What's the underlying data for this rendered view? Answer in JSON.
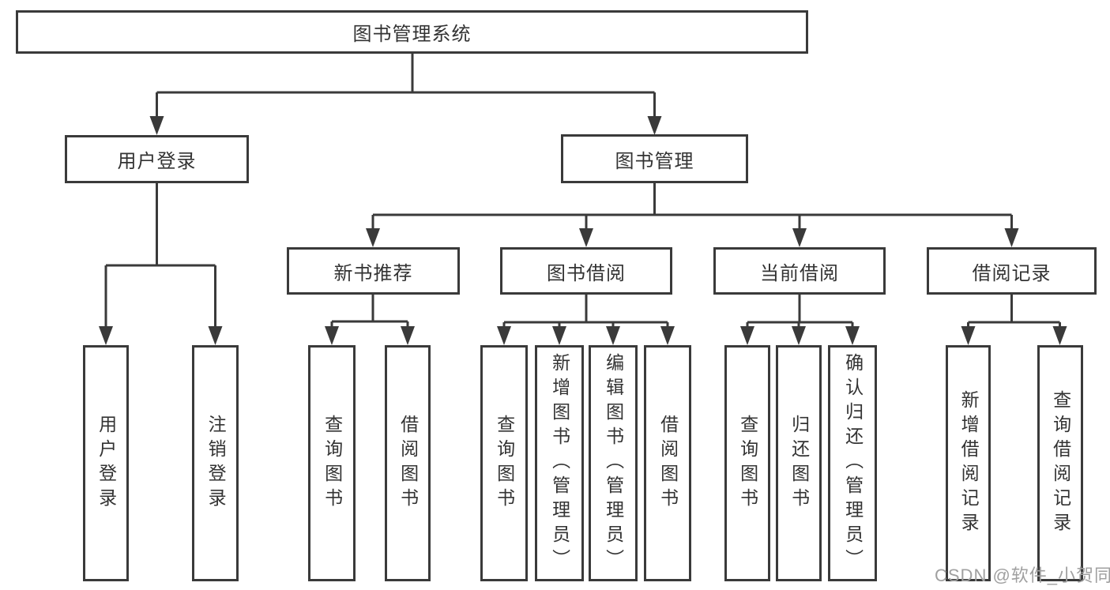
{
  "diagram": {
    "title": "图书管理系统",
    "colors": {
      "line": "#3a3a3a",
      "text": "#333333",
      "watermark": "#a0a0a0",
      "background": "#ffffff"
    },
    "tree": {
      "label": "图书管理系统",
      "children": [
        {
          "label": "用户登录",
          "children": [
            {
              "label": "用户登录"
            },
            {
              "label": "注销登录"
            }
          ]
        },
        {
          "label": "图书管理",
          "children": [
            {
              "label": "新书推荐",
              "children": [
                {
                  "label": "查询图书"
                },
                {
                  "label": "借阅图书"
                }
              ]
            },
            {
              "label": "图书借阅",
              "children": [
                {
                  "label": "查询图书"
                },
                {
                  "label": "新增图书（管理员）"
                },
                {
                  "label": "编辑图书（管理员）"
                },
                {
                  "label": "借阅图书"
                }
              ]
            },
            {
              "label": "当前借阅",
              "children": [
                {
                  "label": "查询图书"
                },
                {
                  "label": "归还图书"
                },
                {
                  "label": "确认归还（管理员）"
                }
              ]
            },
            {
              "label": "借阅记录",
              "children": [
                {
                  "label": "新增借阅记录"
                },
                {
                  "label": "查询借阅记录"
                }
              ]
            }
          ]
        }
      ]
    },
    "watermark": "CSDN @软件_小贺同学"
  }
}
